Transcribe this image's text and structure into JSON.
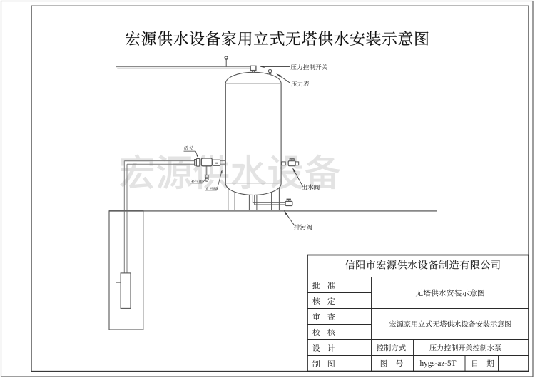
{
  "page": {
    "title": "宏源供水设备家用立式无塔供水安装示意图"
  },
  "watermark": {
    "text": "宏源供水设备",
    "color": "#e3e3e3"
  },
  "diagram": {
    "labels": {
      "pressure_switch": "压力控制开关",
      "pressure_gauge": "压力表",
      "outlet_valve": "出水阀",
      "drain_valve": "排污阀",
      "pipe_union": "活结",
      "air_inlet_valve": "补气阀",
      "check_valve": "止回阀"
    }
  },
  "title_block": {
    "company": "信阳市宏源供水设备制造有限公司",
    "approve_label": "批 准",
    "verify_label": "核 定",
    "review_label": "审 查",
    "proof_label": "校 核",
    "design_label": "设 计",
    "draft_label": "制 图",
    "drawing_name_short": "无塔供水安装示意图",
    "drawing_name_full": "宏源家用立式无塔供水设备安装示意图",
    "control_mode_label": "控制方式",
    "control_mode_value": "压力控制开关控制水泵",
    "drawing_no_label": "图 号",
    "drawing_no_value": "hygs-az-5T",
    "date_label": "日 期",
    "date_value": ""
  },
  "colors": {
    "diagram_line": "#565656",
    "pipe_line": "#7a7a7a",
    "ground_line": "#888888",
    "leader_line": "#3a3a3a",
    "table_line": "#2a2a2a",
    "text": "#1a1a1a",
    "watermark": "#e3e3e3"
  }
}
